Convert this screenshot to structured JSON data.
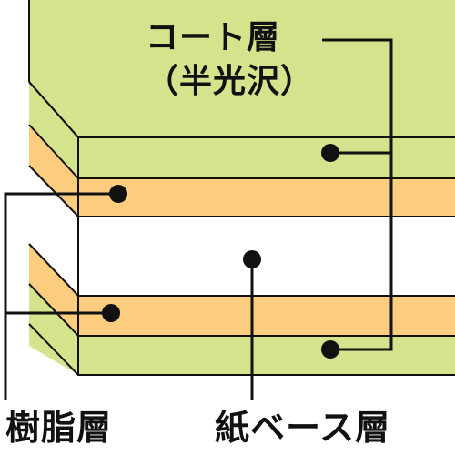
{
  "labels": {
    "coat_layer": "コート層",
    "coat_layer_note": "（半光沢）",
    "resin_layer": "樹脂層",
    "paper_base_layer": "紙ベース層"
  },
  "colors": {
    "coat_green": "#d4e48c",
    "resin_orange": "#fccd7f",
    "paper_white": "#ffffff",
    "edge_line": "#111111"
  }
}
